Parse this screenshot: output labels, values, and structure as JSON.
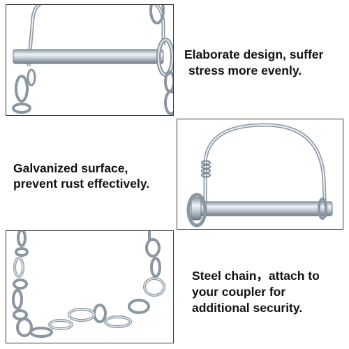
{
  "captions": {
    "design_line1": "Elaborate design, suffer",
    "design_line2": "stress more evenly.",
    "surface_line1": "Galvanized surface,",
    "surface_line2": "prevent rust effectively.",
    "chain_line1": "Steel chain，attach to",
    "chain_line2": "your coupler for",
    "chain_line3": "additional security."
  },
  "colors": {
    "metal_dark": "#7d8a96",
    "metal_light": "#dbe3ea",
    "text": "#111111",
    "border": "#3a3a3a"
  },
  "icons": [
    "pin-with-ring-photo",
    "wire-lock-pin-photo",
    "steel-chain-photo"
  ]
}
